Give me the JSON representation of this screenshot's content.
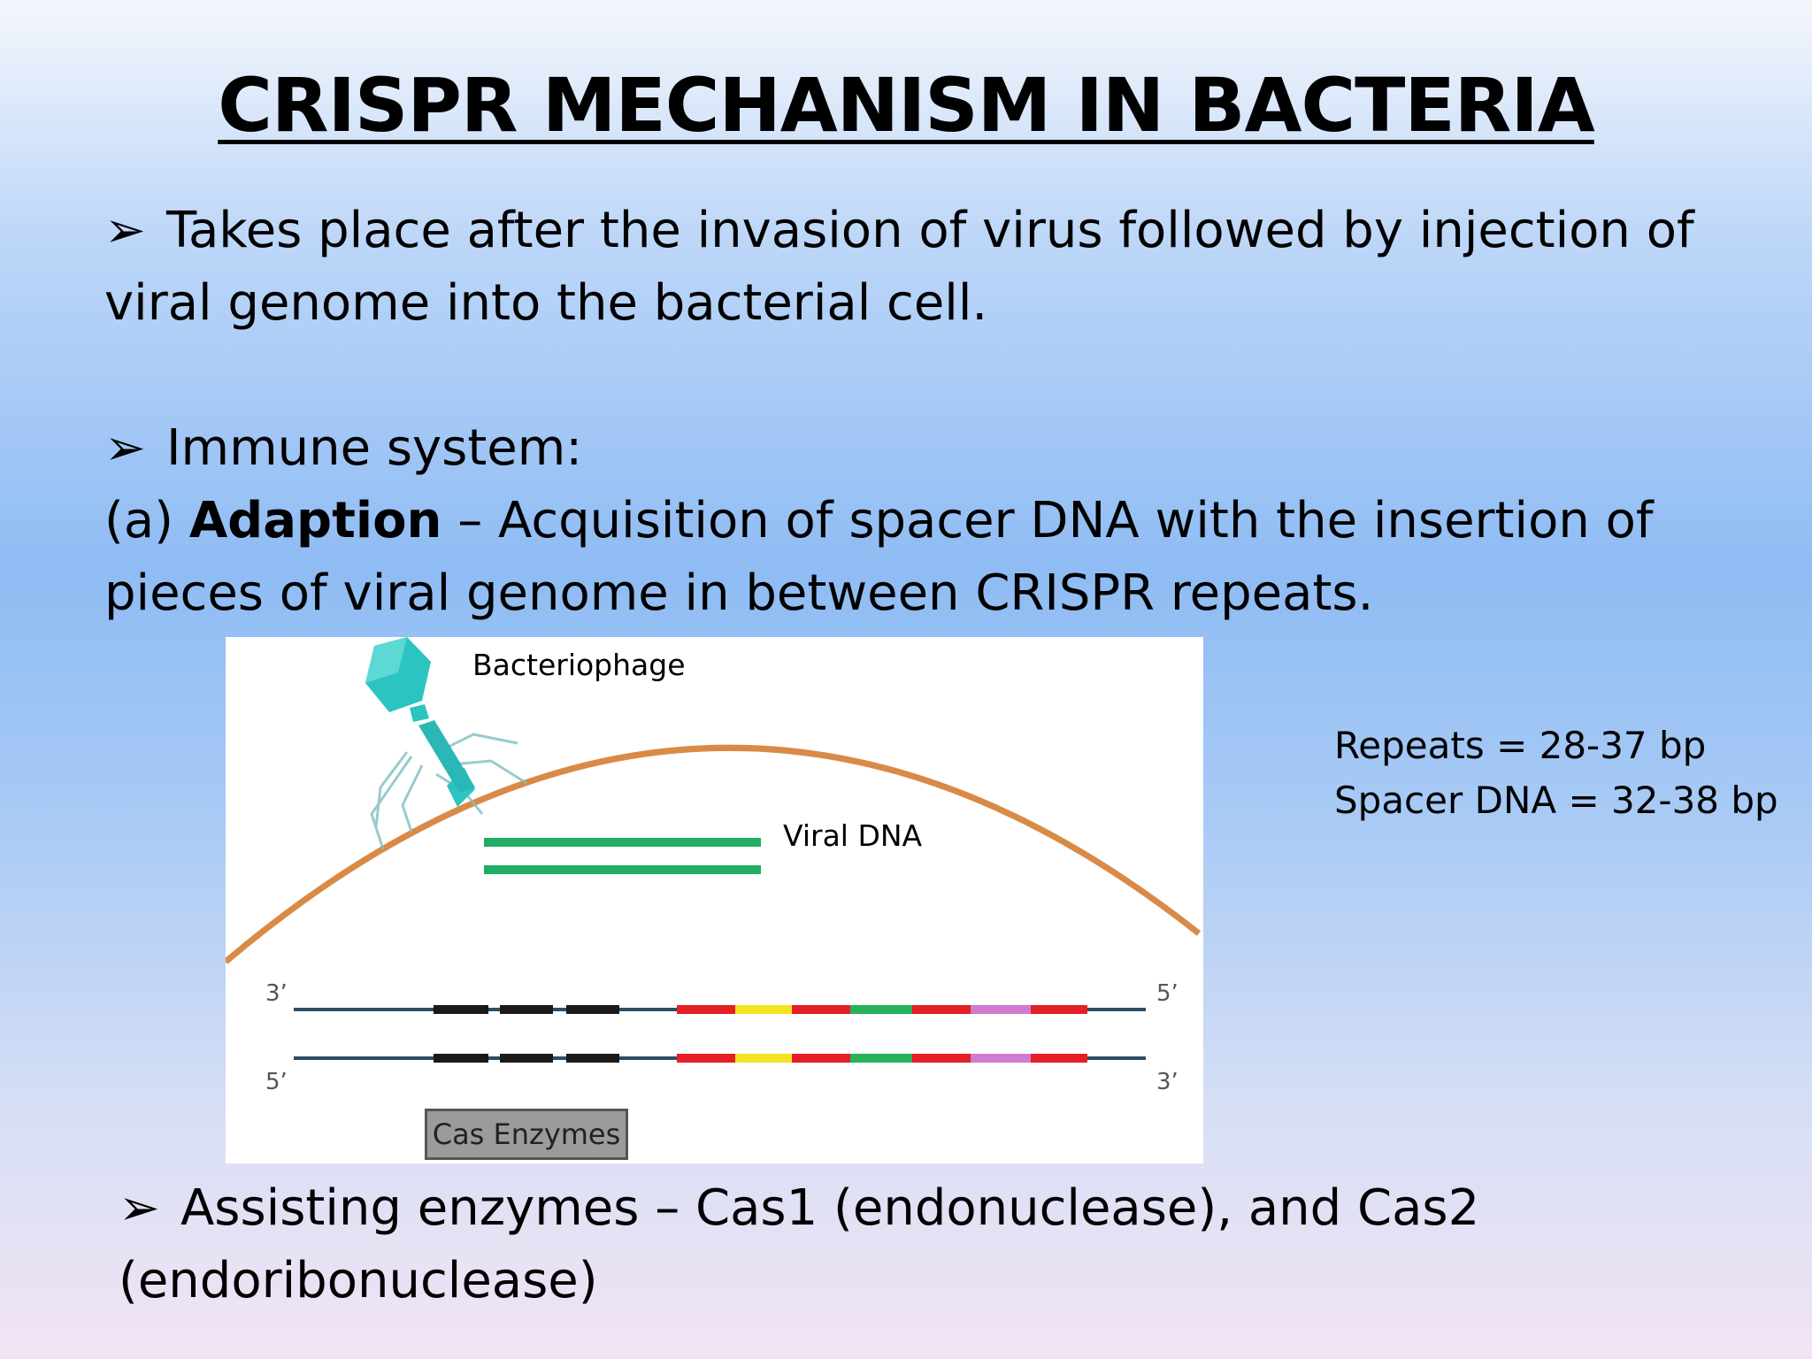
{
  "slide": {
    "title": "CRISPR MECHANISM IN BACTERIA",
    "bullet1": {
      "line1": "Takes place after the invasion of virus followed by injection of",
      "line2": "viral genome into the bacterial cell."
    },
    "bullet2": {
      "heading": "Immune system:",
      "prefix": "(a) ",
      "bold_term": "Adaption",
      "rest_line1": " – Acquisition of spacer DNA with the insertion of",
      "line2": "pieces of viral genome in between CRISPR repeats."
    },
    "bullet3": {
      "line1": "Assisting enzymes – Cas1 (endonuclease), and Cas2",
      "line2": "(endoribonuclease)"
    },
    "arrow_glyph": "➢",
    "side_notes": {
      "repeats": "Repeats = 28-37 bp",
      "spacers": "Spacer DNA = 32-38 bp"
    },
    "diagram": {
      "bacteriophage_label": "Bacteriophage",
      "viral_dna_label": "Viral DNA",
      "strand_top_left": "3’",
      "strand_top_right": "5’",
      "strand_bottom_left": "5’",
      "strand_bottom_right": "3’",
      "cas_label": "Cas Enzymes",
      "colors": {
        "membrane": "#d98a47",
        "phage": "#2cc4c0",
        "viral_dna": "#1fae62",
        "backbone": "#2e4d63",
        "leader": "#1a1a1a",
        "repeat": "#e41f25",
        "spacer_a": "#f2e422",
        "spacer_b": "#26b25a",
        "spacer_c": "#cf7bd0"
      }
    }
  }
}
